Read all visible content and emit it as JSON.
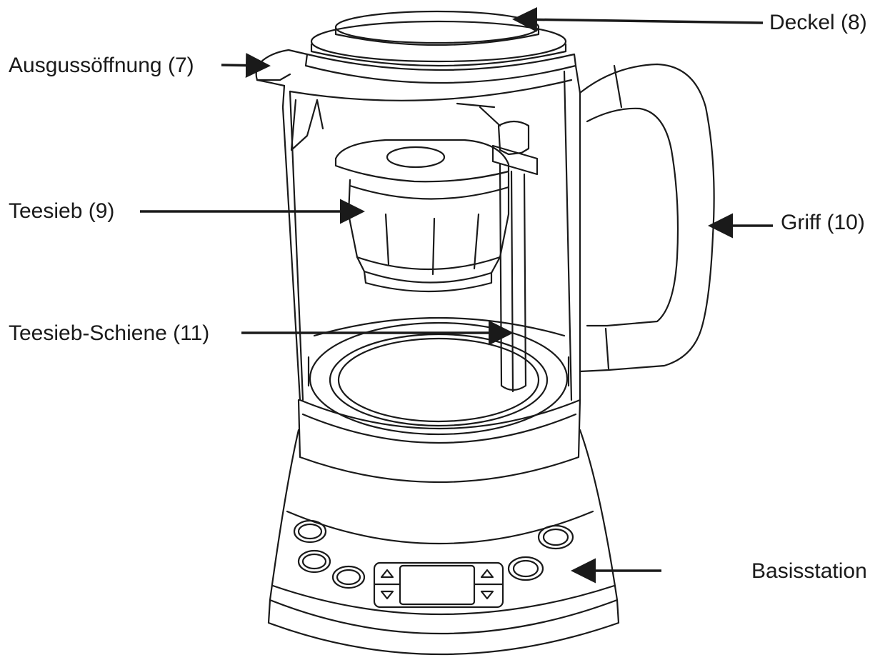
{
  "labels": {
    "lid": "Deckel (8)",
    "spout": "Ausgussöffnung (7)",
    "strainer": "Teesieb (9)",
    "handle": "Griff (10)",
    "rail": "Teesieb-Schiene (11)",
    "base": "Basisstation"
  },
  "colors": {
    "line": "#1a1a1a",
    "background": "#ffffff"
  }
}
